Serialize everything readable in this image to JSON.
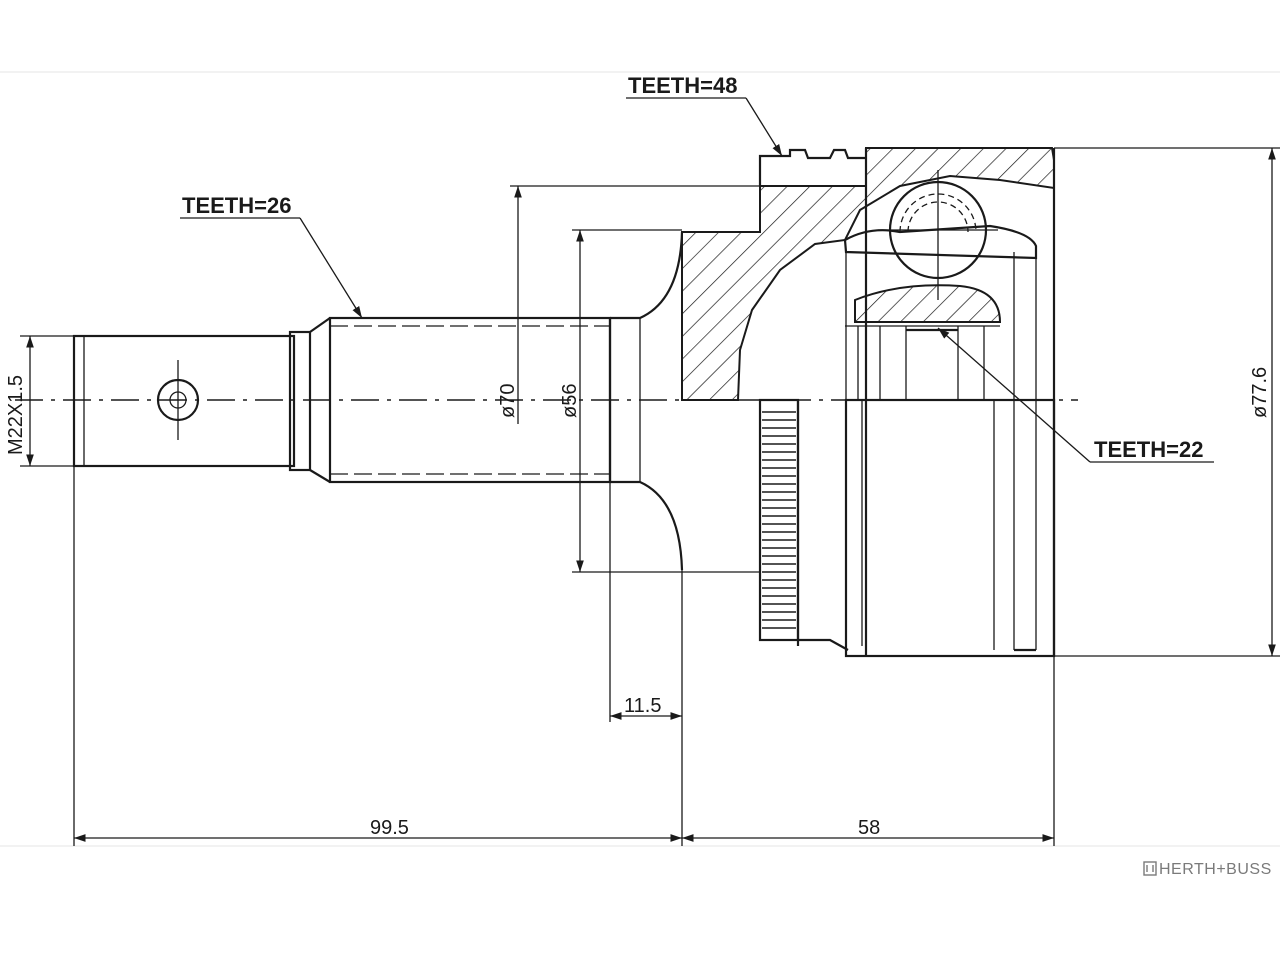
{
  "drawing": {
    "callouts": {
      "teeth_48": "TEETH=48",
      "teeth_26": "TEETH=26",
      "teeth_22": "TEETH=22"
    },
    "dimensions": {
      "thread": "M22X1.5",
      "dia_70": "ø70",
      "dia_56": "ø56",
      "dia_77_6": "ø77.6",
      "len_11_5": "11.5",
      "len_99_5": "99.5",
      "len_58": "58"
    },
    "brand": {
      "text": "HERTH+BUSS",
      "icon": "herth-buss-logo-icon"
    }
  }
}
